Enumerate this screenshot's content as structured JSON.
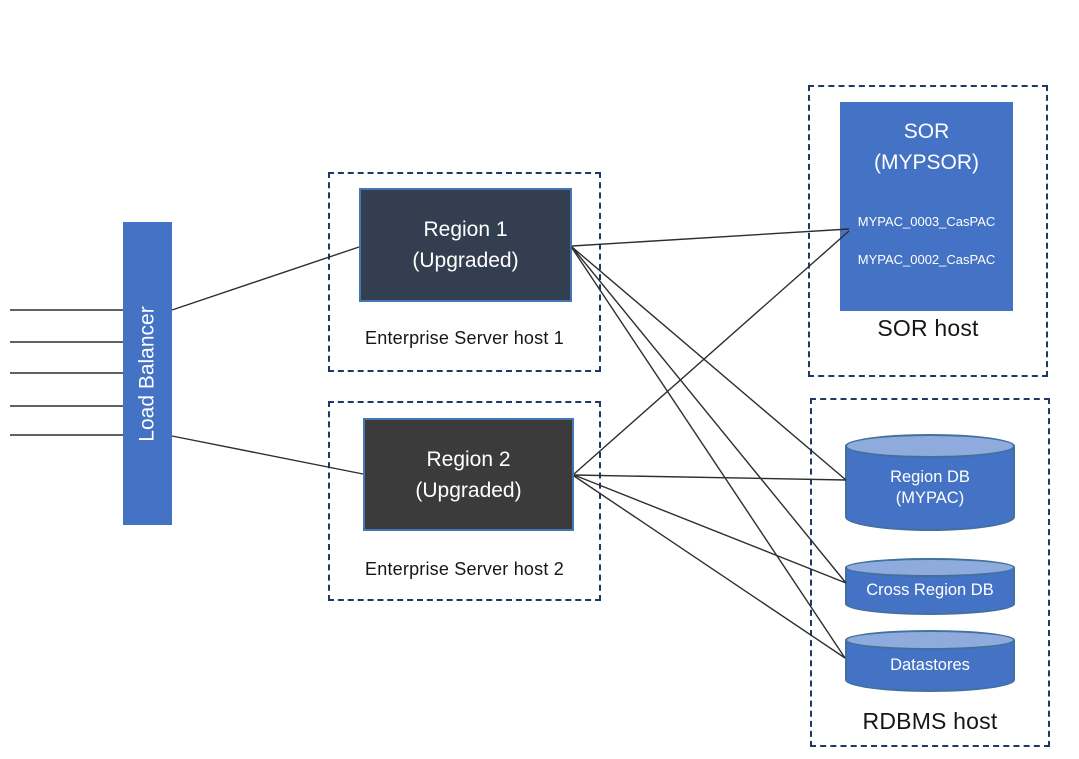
{
  "diagram": {
    "load_balancer": {
      "label": "Load Balancer",
      "incoming_client_lines": 5
    },
    "region1": {
      "title_line1": "Region 1",
      "title_line2": "(Upgraded)",
      "host_label": "Enterprise Server host 1"
    },
    "region2": {
      "title_line1": "Region 2",
      "title_line2": "(Upgraded)",
      "host_label": "Enterprise Server host 2"
    },
    "sor": {
      "title_line1": "SOR",
      "title_line2": "(MYPSOR)",
      "pac_label_1": "MYPAC_0003_CasPAC",
      "pac_label_2": "MYPAC_0002_CasPAC",
      "host_label": "SOR host"
    },
    "rdbms": {
      "host_label": "RDBMS host",
      "region_db_line1": "Region DB",
      "region_db_line2": "(MYPAC)",
      "cross_region_db": "Cross Region DB",
      "datastores": "Datastores"
    },
    "colors": {
      "accent_blue": "#4472C4",
      "cylinder_top_blue": "#8FAADC",
      "cylinder_outline": "#41719C",
      "dashed_border_navy": "#1F3864",
      "region1_fill": "#333F50",
      "region2_fill": "#3B3B3B",
      "connector_line": "#2E2E2E"
    },
    "connections": [
      {
        "from": "load-balancer",
        "to": "region-1"
      },
      {
        "from": "load-balancer",
        "to": "region-2"
      },
      {
        "from": "region-1",
        "to": "sor"
      },
      {
        "from": "region-1",
        "to": "region-db"
      },
      {
        "from": "region-1",
        "to": "cross-region-db"
      },
      {
        "from": "region-1",
        "to": "datastores"
      },
      {
        "from": "region-2",
        "to": "sor"
      },
      {
        "from": "region-2",
        "to": "region-db"
      },
      {
        "from": "region-2",
        "to": "cross-region-db"
      },
      {
        "from": "region-2",
        "to": "datastores"
      }
    ]
  }
}
